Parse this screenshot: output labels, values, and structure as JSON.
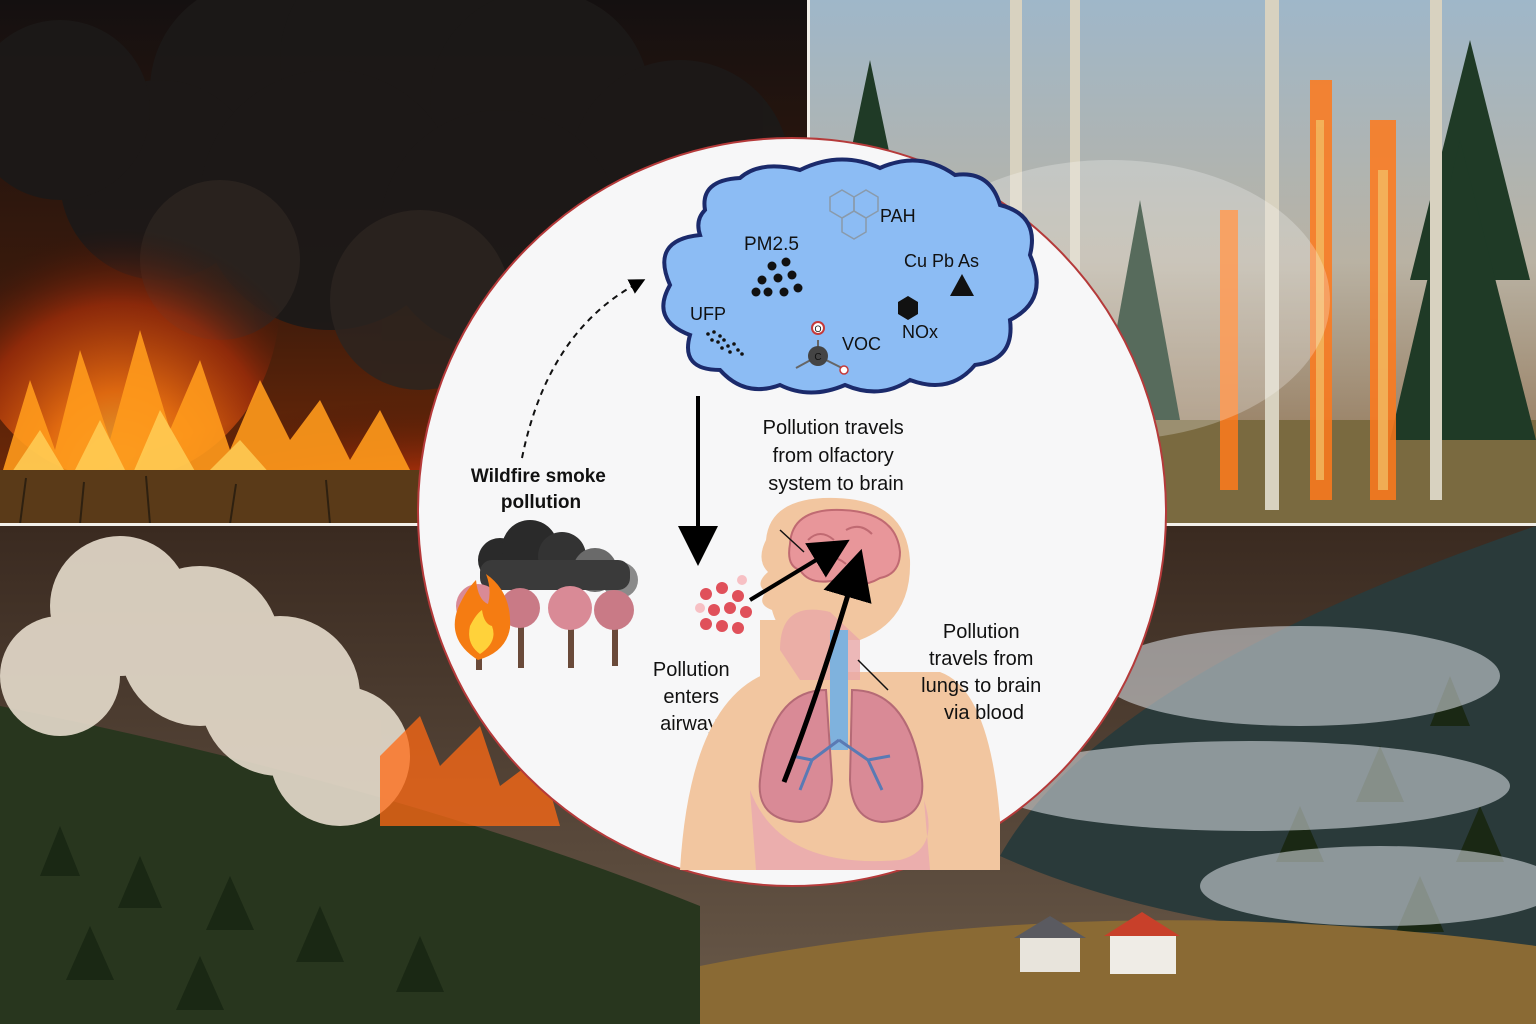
{
  "cloud_labels": {
    "pah": "PAH",
    "pm25": "PM2.5",
    "metals": "Cu Pb As",
    "ufp": "UFP",
    "voc": "VOC",
    "nox": "NOx",
    "atom_o": "O",
    "atom_c": "C"
  },
  "source_label": [
    "Wildfire smoke",
    "pollution"
  ],
  "airways_label": [
    "Pollution",
    "enters",
    "airways"
  ],
  "olfactory_label": [
    "Pollution travels",
    "from olfactory",
    "system to brain"
  ],
  "blood_label": [
    "Pollution",
    "travels from",
    "lungs to brain",
    "via blood"
  ],
  "colors": {
    "cloud_fill": "#8cbcf4",
    "cloud_stroke": "#1b2a6b",
    "arrow": "#000000",
    "particle": "#e0505a",
    "circle_border": "#b53a3a",
    "skin": "#f2c6a0",
    "lung": "#d98a96",
    "airway": "#7fb2dd"
  },
  "icons": [
    "fire-icon",
    "tree-icon",
    "smoke-cloud-icon",
    "hexagon-ring-icon",
    "triangle-icon",
    "hexagon-icon",
    "molecule-icon",
    "brain-icon",
    "lungs-icon"
  ]
}
